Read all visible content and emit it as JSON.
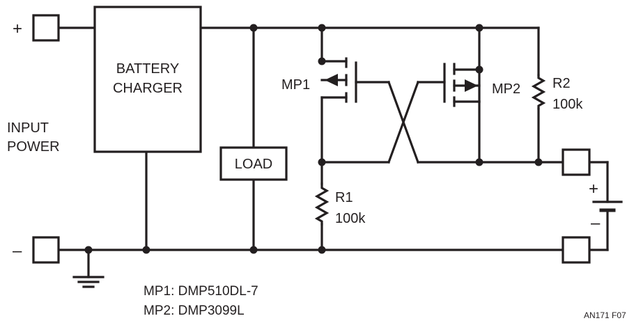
{
  "input_power": {
    "line1": "INPUT",
    "line2": "POWER",
    "plus": "+",
    "minus": "–"
  },
  "charger": {
    "line1": "BATTERY",
    "line2": "CHARGER"
  },
  "load": {
    "label": "LOAD"
  },
  "mp1": {
    "label": "MP1"
  },
  "mp2": {
    "label": "MP2"
  },
  "r1": {
    "name": "R1",
    "value": "100k"
  },
  "r2": {
    "name": "R2",
    "value": "100k"
  },
  "battery": {
    "plus": "+",
    "minus": "–"
  },
  "notes": {
    "mp1": "MP1: DMP510DL-7",
    "mp2": "MP2: DMP3099L"
  },
  "figure_id": "AN171 F07",
  "colors": {
    "ink": "#231f20",
    "background": "#ffffff"
  }
}
